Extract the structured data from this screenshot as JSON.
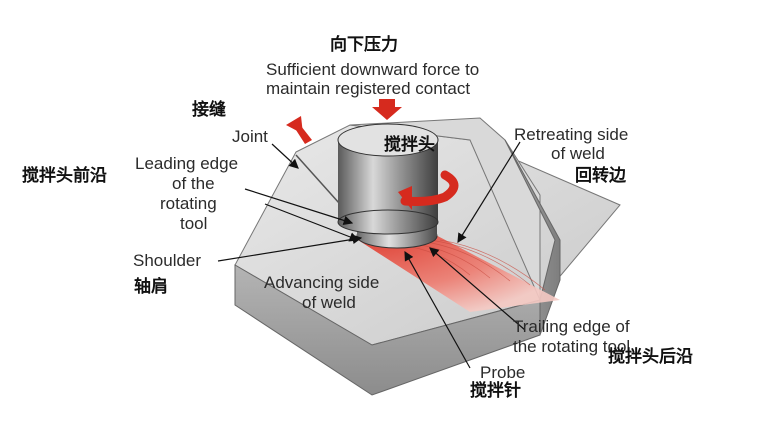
{
  "labels": {
    "force_cn": "向下压力",
    "force_en_1": "Sufficient downward force to",
    "force_en_2": "maintain registered contact",
    "joint_cn": "接缝",
    "joint_en": "Joint",
    "tool_head_cn": "搅拌头",
    "retreating_en_1": "Retreating side",
    "retreating_en_2": "of weld",
    "retreating_cn": "回转边",
    "leading_cn": "搅拌头前沿",
    "leading_en_1": "Leading edge",
    "leading_en_2": "of the",
    "leading_en_3": "rotating",
    "leading_en_4": "tool",
    "shoulder_en": "Shoulder",
    "shoulder_cn": "轴肩",
    "advancing_en_1": "Advancing side",
    "advancing_en_2": "of weld",
    "trailing_en_1": "Trailing edge of",
    "trailing_en_2": "the rotating tool",
    "trailing_cn": "搅拌头后沿",
    "probe_en": "Probe",
    "probe_cn": "搅拌针"
  },
  "colors": {
    "force_arrow": "#d62a1e",
    "weld_zone": "#e84a3a",
    "plate_top": "#d4d4d4",
    "plate_side": "#9a9a9a"
  }
}
